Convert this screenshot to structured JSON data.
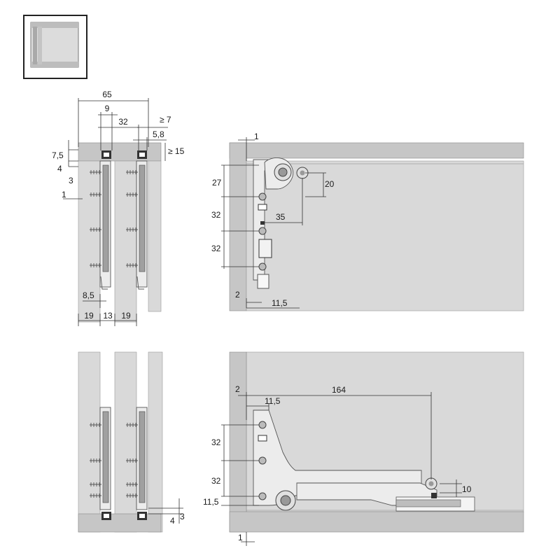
{
  "dimensions": {
    "top_left": {
      "width_65": "65",
      "d_9": "9",
      "d_32": "32",
      "min_7": "≥ 7",
      "d_5_8": "5,8",
      "min_15": "≥ 15",
      "d_7_5": "7,5",
      "d_4": "4",
      "d_3": "3",
      "d_1": "1",
      "d_8_5": "8,5",
      "d_19_a": "19",
      "d_13": "13",
      "d_19_b": "19"
    },
    "top_right": {
      "d_1": "1",
      "d_27": "27",
      "d_20": "20",
      "d_32_a": "32",
      "d_35": "35",
      "d_32_b": "32",
      "d_2": "2",
      "d_11_5": "11,5"
    },
    "bottom_left": {
      "d_4": "4",
      "d_3": "3"
    },
    "bottom_right": {
      "d_2": "2",
      "d_164": "164",
      "d_11_5_top": "11,5",
      "d_32_a": "32",
      "d_32_b": "32",
      "d_10": "10",
      "d_11_5_left": "11,5",
      "d_1": "1"
    }
  },
  "colors": {
    "panel": "#d9d9d9",
    "panel_dark": "#c6c6c6",
    "metal": "#ececec",
    "line": "#333333"
  },
  "icons": {
    "legend": "cabinet-front-icon"
  }
}
